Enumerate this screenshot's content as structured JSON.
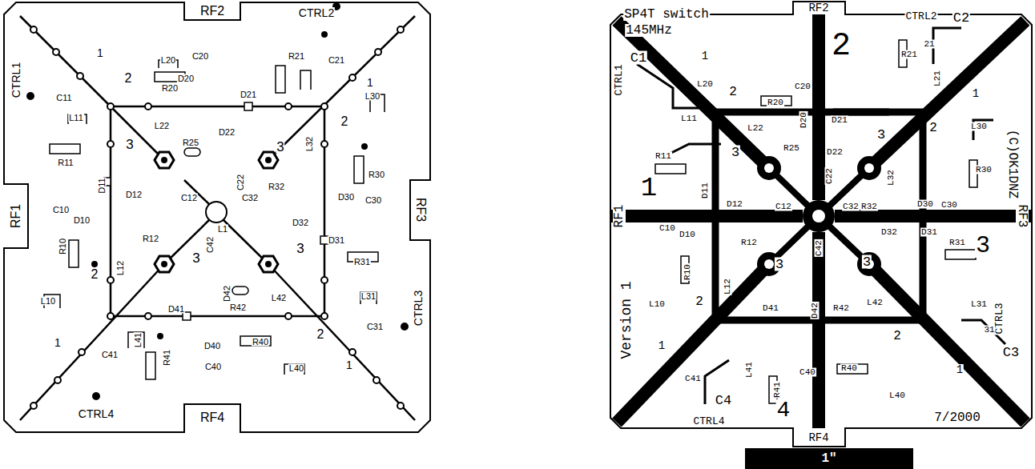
{
  "diagram": {
    "labels": [
      "RF2",
      "CTRL2",
      "CTRL1",
      "1",
      "L20",
      "C20",
      "R21",
      "C21",
      "2",
      "R20",
      "D20",
      "D21",
      "1",
      "C11",
      "L11",
      "L22",
      "3",
      "R25",
      "D22",
      "3",
      "L32",
      "2",
      "L30",
      "R11",
      "D11",
      "C22",
      "R32",
      "R30",
      "D12",
      "C12",
      "C32",
      "D30",
      "C30",
      "RF1",
      "RF3",
      "C10",
      "D10",
      "L1",
      "D32",
      "R10",
      "C42",
      "R12",
      "D31",
      "2",
      "L12",
      "3",
      "3",
      "R31",
      "L10",
      "D41",
      "D42",
      "R42",
      "L42",
      "L31",
      "CTRL3",
      "C31",
      "1",
      "L41",
      "2",
      "R41",
      "D40",
      "R40",
      "C41",
      "C40",
      "L40",
      "1",
      "CTRL4",
      "RF4",
      "SP4T switch",
      "145MHz",
      "RF2",
      "CTRL2",
      "C2",
      "1",
      "C1",
      "CTRL1",
      "L20",
      "C20",
      "2",
      "2",
      "R20",
      "R21",
      "21",
      "L21",
      "1",
      "D20",
      "D21",
      "L11",
      "L22",
      "3",
      "R25",
      "D22",
      "3",
      "2",
      "L30",
      "(C)OK1DNZ",
      "R11",
      "L32",
      "1",
      "D11",
      "C22",
      "R32",
      "R30",
      "RF1",
      "D12",
      "C12",
      "C32",
      "D30",
      "C30",
      "RF3",
      "C10",
      "D10",
      "D32",
      "D31",
      "R12",
      "C42",
      "3",
      "3",
      "R31",
      "3",
      "R10",
      "2",
      "L12",
      "L10",
      "Version 1",
      "D41",
      "D42",
      "R42",
      "L42",
      "L31",
      "CTRL3",
      "31",
      "1",
      "2",
      "C3",
      "L41",
      "R40",
      "R41",
      "C41",
      "C40",
      "4",
      "L40",
      "1",
      "C4",
      "CTRL4",
      "RF4",
      "7/2000",
      "1\""
    ]
  }
}
